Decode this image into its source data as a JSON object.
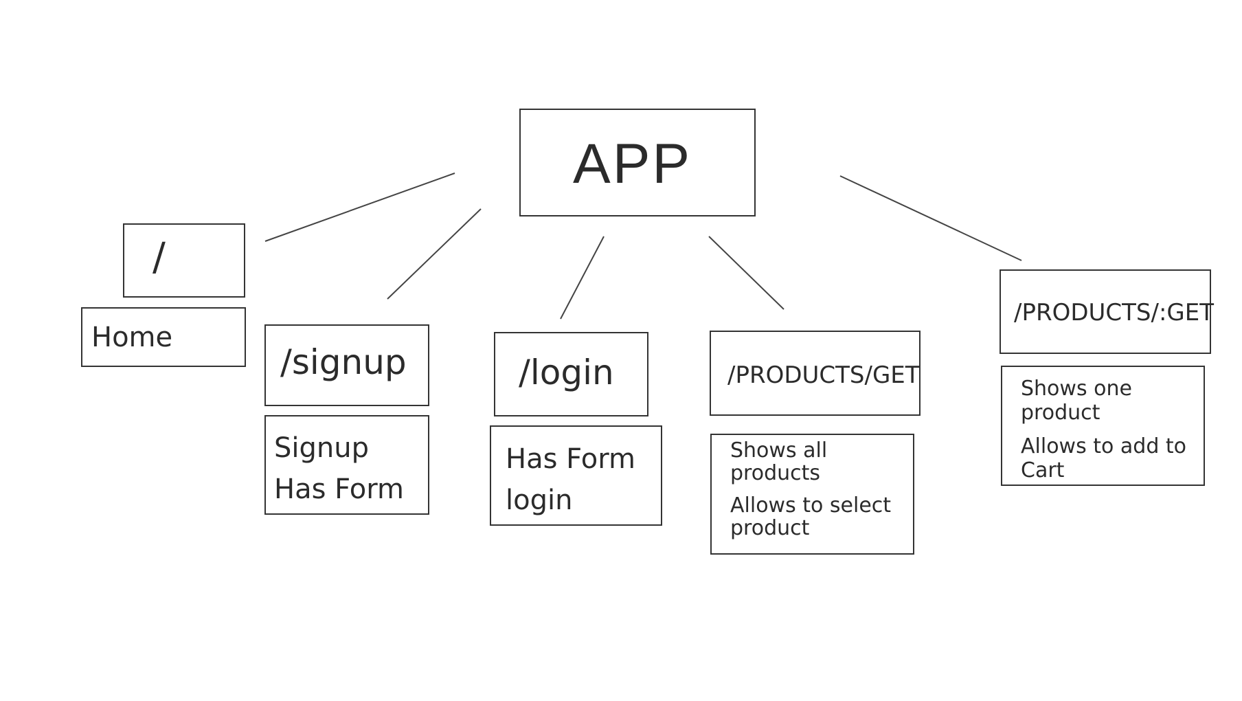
{
  "diagram": {
    "root": {
      "label": "APP"
    },
    "routes": [
      {
        "id": "home",
        "route": "/",
        "description": [
          "Home"
        ]
      },
      {
        "id": "signup",
        "route": "/signup",
        "description": [
          "Signup",
          "Has Form"
        ]
      },
      {
        "id": "login",
        "route": "/login",
        "description": [
          "Has Form",
          "login"
        ]
      },
      {
        "id": "products",
        "route": "/PRODUCTS/GET",
        "description": [
          "Shows all",
          "products",
          "Allows to select",
          "product"
        ]
      },
      {
        "id": "product",
        "route": "/PRODUCTS/:GET",
        "description": [
          "Shows one",
          "product",
          "Allows to add to",
          "Cart"
        ]
      }
    ]
  }
}
